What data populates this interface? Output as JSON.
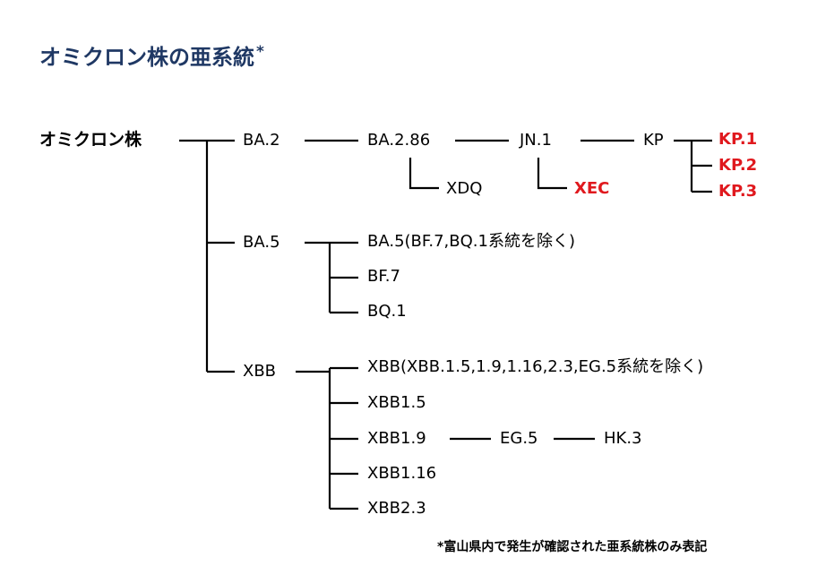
{
  "title": "オミクロン株の亜系統",
  "title_mark": "*",
  "footnote": "*富山県内で発生が確認された亜系統株のみ表記",
  "highlight_color": "#e0191e",
  "title_color": "#1f3864",
  "nodes": {
    "root": "オミクロン株",
    "ba2": "BA.2",
    "ba286": "BA.2.86",
    "jn1": "JN.1",
    "kp": "KP",
    "kp1": "KP.1",
    "kp2": "KP.2",
    "kp3": "KP.3",
    "xdq": "XDQ",
    "xec": "XEC",
    "ba5": "BA.5",
    "ba5_other": "BA.5(BF.7,BQ.1系統を除く)",
    "bf7": "BF.7",
    "bq1": "BQ.1",
    "xbb": "XBB",
    "xbb_other": "XBB(XBB.1.5,1.9,1.16,2.3,EG.5系統を除く)",
    "xbb15": "XBB1.5",
    "xbb19": "XBB1.9",
    "eg5": "EG.5",
    "hk3": "HK.3",
    "xbb116": "XBB1.16",
    "xbb23": "XBB2.3"
  }
}
